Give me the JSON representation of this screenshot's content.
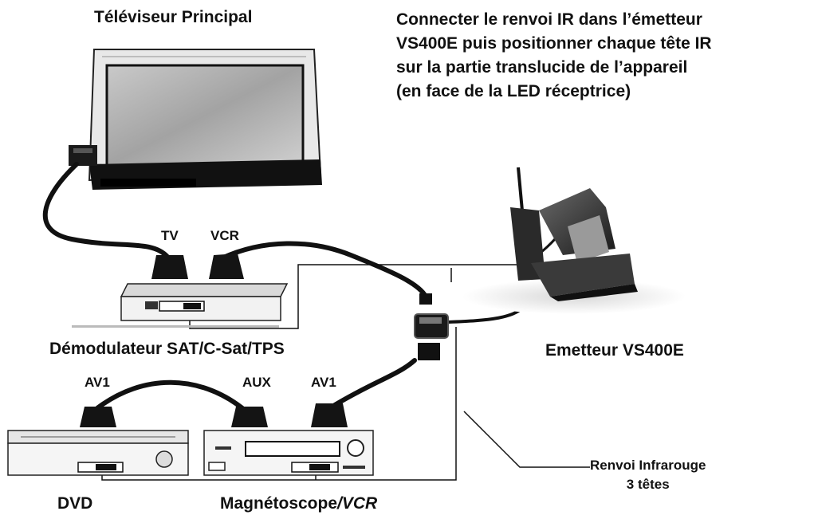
{
  "labels": {
    "tv": "Téléviseur Principal",
    "instruction": [
      "Connecter le renvoi IR dans l’émetteur",
      "VS400E puis positionner chaque tête IR",
      "sur la partie translucide de l’appareil",
      "(en face de la LED réceptrice)"
    ],
    "sat": "Démodulateur SAT/C-Sat/TPS",
    "emitter": "Emetteur VS400E",
    "dvd": "DVD",
    "vcr_main": "Magnétoscope",
    "vcr_alt": "/VCR",
    "ir_line1": "Renvoi Infrarouge",
    "ir_line2": "3 têtes"
  },
  "plugs": {
    "sat_tv": "TV",
    "sat_vcr": "VCR",
    "dvd_av1": "AV1",
    "vcr_aux": "AUX",
    "vcr_av1": "AV1"
  },
  "icons": [
    "tv-icon",
    "decoder-icon",
    "dvd-player-icon",
    "vcr-icon",
    "emitter-icon",
    "scart-plug-icon",
    "ir-splitter-icon"
  ]
}
